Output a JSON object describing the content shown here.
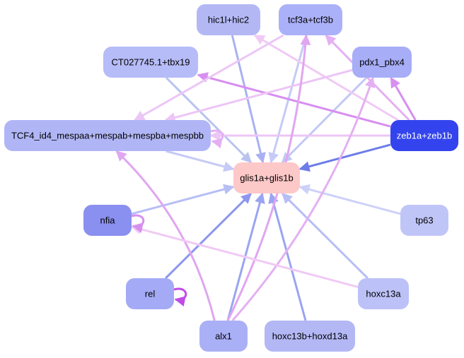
{
  "graph": {
    "title": "gene regulatory network",
    "nodes": [
      {
        "id": "hic1l",
        "label": "hic1l+hic2",
        "fill": "#b3b8f5",
        "text_color": "#000000"
      },
      {
        "id": "tcf3a",
        "label": "tcf3a+tcf3b",
        "fill": "#abb1f8",
        "text_color": "#000000"
      },
      {
        "id": "ct027745",
        "label": "CT027745.1+tbx19",
        "fill": "#b6bcf7",
        "text_color": "#000000"
      },
      {
        "id": "pdx1",
        "label": "pdx1_pbx4",
        "fill": "#a7adf7",
        "text_color": "#000000"
      },
      {
        "id": "tcf4",
        "label": "TCF4_id4_mespaa+mespab+mespba+mespbb",
        "fill": "#b0b6f5",
        "text_color": "#000000"
      },
      {
        "id": "zeb1a",
        "label": "zeb1a+zeb1b",
        "fill": "#3344ee",
        "text_color": "#ffffff"
      },
      {
        "id": "glis1a",
        "label": "glis1a+glis1b",
        "fill": "#fdc8c8",
        "text_color": "#000000"
      },
      {
        "id": "nfia",
        "label": "nfia",
        "fill": "#8a90f0",
        "text_color": "#000000"
      },
      {
        "id": "tp63",
        "label": "tp63",
        "fill": "#c0c5f8",
        "text_color": "#000000"
      },
      {
        "id": "rel",
        "label": "rel",
        "fill": "#a4aaf5",
        "text_color": "#000000"
      },
      {
        "id": "hoxc13a",
        "label": "hoxc13a",
        "fill": "#bcc1f7",
        "text_color": "#000000"
      },
      {
        "id": "alx1",
        "label": "alx1",
        "fill": "#aab0f6",
        "text_color": "#000000"
      },
      {
        "id": "hoxc13b",
        "label": "hoxc13b+hoxd13a",
        "fill": "#b3b8f5",
        "text_color": "#000000"
      }
    ],
    "edges": [
      {
        "from": "hic1l",
        "to": "glis1a",
        "color": "#a9b1f3"
      },
      {
        "from": "tcf3a",
        "to": "glis1a",
        "color": "#c5caf7"
      },
      {
        "from": "ct027745",
        "to": "glis1a",
        "color": "#b8c3f0"
      },
      {
        "from": "pdx1",
        "to": "glis1a",
        "color": "#c2c8f5"
      },
      {
        "from": "tcf4",
        "to": "glis1a",
        "color": "#c5caf7"
      },
      {
        "from": "zeb1a",
        "to": "glis1a",
        "color": "#6c7ce8"
      },
      {
        "from": "nfia",
        "to": "glis1a",
        "color": "#b7bef5"
      },
      {
        "from": "tp63",
        "to": "glis1a",
        "color": "#cdd1f8"
      },
      {
        "from": "rel",
        "to": "glis1a",
        "color": "#8d97ee"
      },
      {
        "from": "hoxc13a",
        "to": "glis1a",
        "color": "#b7bef5"
      },
      {
        "from": "alx1",
        "to": "glis1a",
        "color": "#9aa4f2"
      },
      {
        "from": "hoxc13b",
        "to": "glis1a",
        "color": "#9aa4f2"
      },
      {
        "from": "zeb1a",
        "to": "ct027745",
        "color": "#d88ef0"
      },
      {
        "from": "zeb1a",
        "to": "pdx1",
        "color": "#d88ef0"
      },
      {
        "from": "zeb1a",
        "to": "tcf3a",
        "color": "#e4b0f2"
      },
      {
        "from": "zeb1a",
        "to": "tcf4",
        "color": "#ecc6f6"
      },
      {
        "from": "zeb1a",
        "to": "hic1l",
        "color": "#f0caf5"
      },
      {
        "from": "pdx1",
        "to": "tcf4",
        "color": "#ecc6f6"
      },
      {
        "from": "tcf3a",
        "to": "tcf4",
        "color": "#ecc6f6"
      },
      {
        "from": "alx1",
        "to": "tcf4",
        "color": "#e0a6f0"
      },
      {
        "from": "alx1",
        "to": "tcf3a",
        "color": "#e0a6f0"
      },
      {
        "from": "alx1",
        "to": "pdx1",
        "color": "#e4b0f2"
      },
      {
        "from": "hoxc13a",
        "to": "nfia",
        "color": "#f0caf5"
      },
      {
        "from": "tcf4",
        "to": "tcf4",
        "color": "#e4b0f2"
      },
      {
        "from": "nfia",
        "to": "nfia",
        "color": "#d88ef0"
      },
      {
        "from": "rel",
        "to": "rel",
        "color": "#c04ce8"
      }
    ]
  }
}
